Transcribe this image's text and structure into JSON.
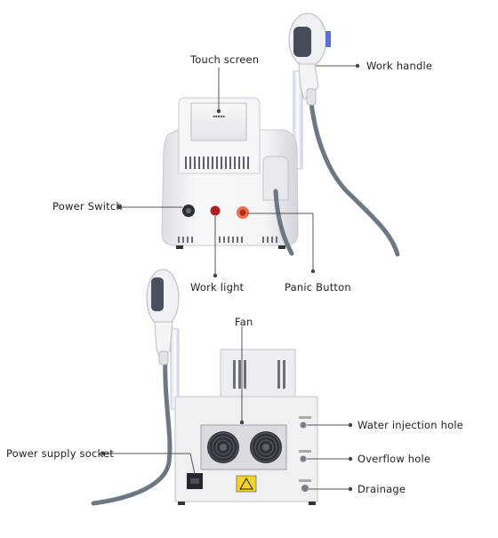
{
  "labels": {
    "touch_screen": "Touch screen",
    "work_handle": "Work handle",
    "power_switch": "Power Switch",
    "work_light": "Work light",
    "panic_button": "Panic Button",
    "fan": "Fan",
    "water_injection_hole": "Water injection hole",
    "power_supply_socket": "Power supply socket",
    "overflow_hole": "Overflow hole",
    "drainage": "Drainage"
  },
  "colors": {
    "machine_body": "#f2f3f5",
    "machine_edge": "#c9ccd2",
    "handle_accent": "#5b6fd6",
    "cable": "#6e7884",
    "panic_red": "#d9472b",
    "warning_yellow": "#f3d229",
    "leader_line": "#555555"
  }
}
